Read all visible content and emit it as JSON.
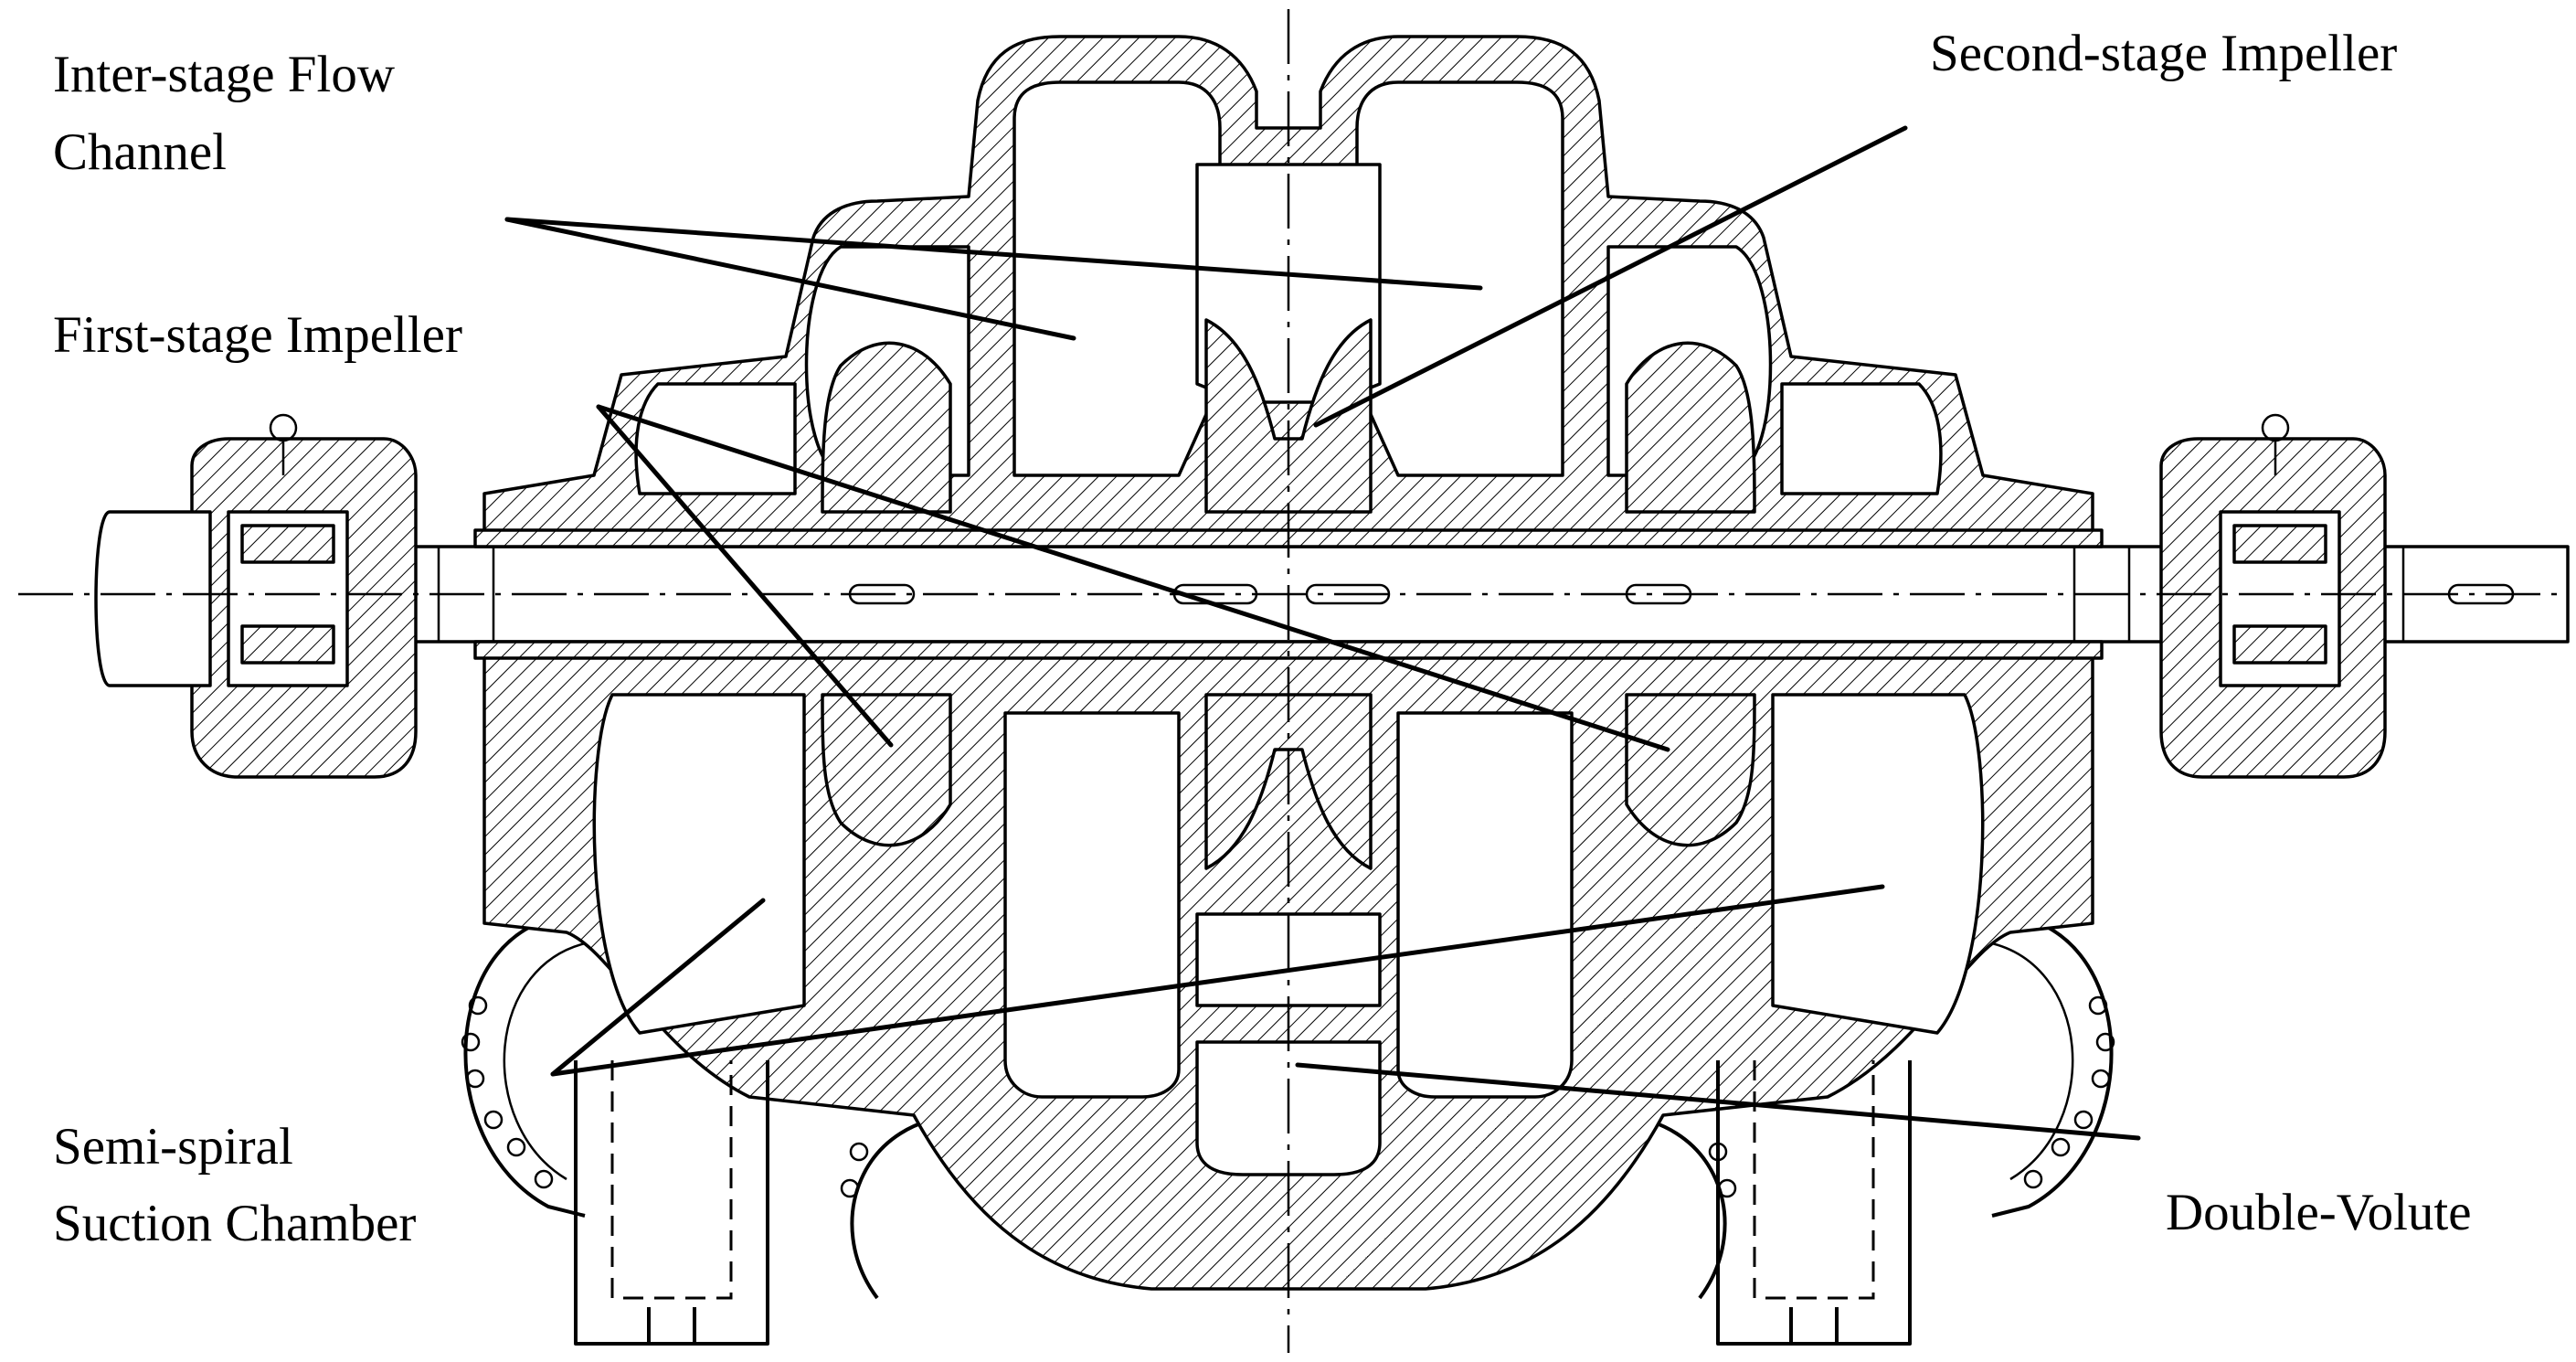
{
  "labels": {
    "interstage_line1": "Inter-stage Flow",
    "interstage_line2": "Channel",
    "first_stage": "First-stage Impeller",
    "second_stage": "Second-stage Impeller",
    "semi_spiral_line1": "Semi-spiral",
    "semi_spiral_line2": "Suction Chamber",
    "double_volute": "Double-Volute"
  },
  "icons": {
    "pump": "pump-cross-section-icon"
  },
  "colors": {
    "line": "#000000",
    "background": "#ffffff"
  }
}
